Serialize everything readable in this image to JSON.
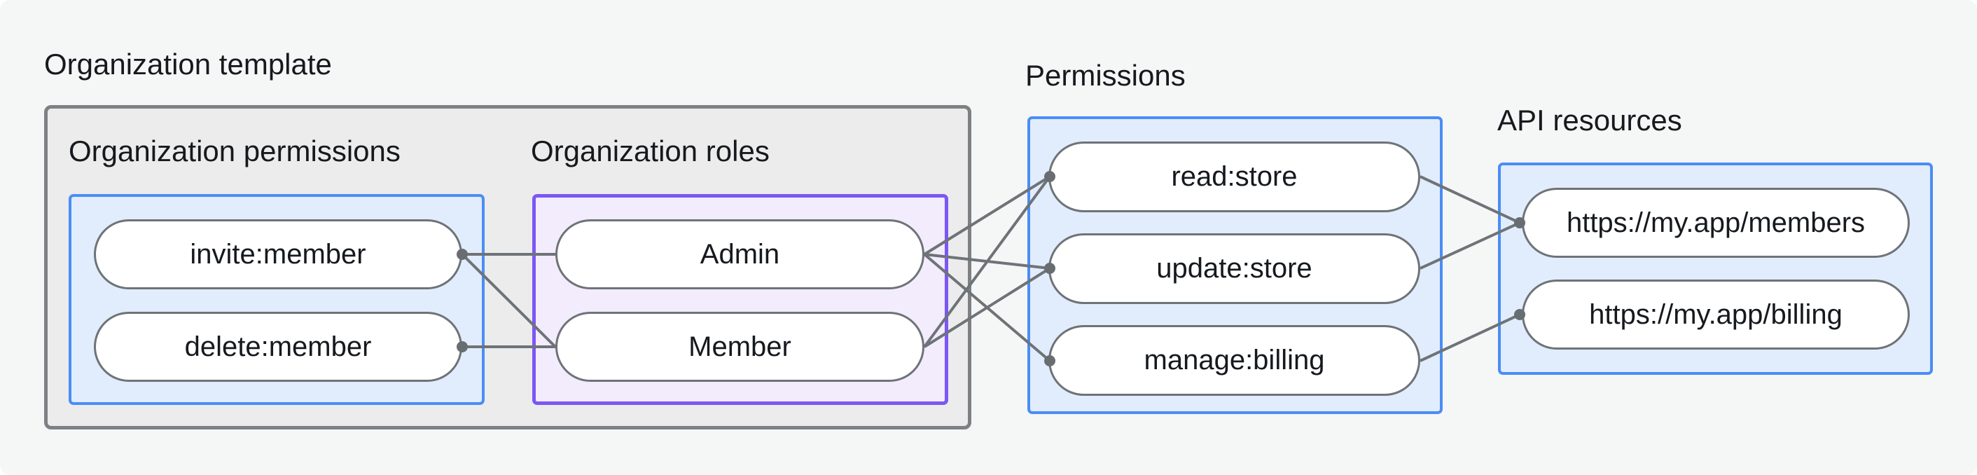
{
  "labels": {
    "organization_template": "Organization template",
    "organization_permissions": "Organization permissions",
    "organization_roles": "Organization roles",
    "permissions": "Permissions",
    "api_resources": "API resources"
  },
  "nodes": {
    "invite": {
      "label": "invite:member"
    },
    "delete": {
      "label": "delete:member"
    },
    "admin": {
      "label": "Admin"
    },
    "member": {
      "label": "Member"
    },
    "read": {
      "label": "read:store"
    },
    "update": {
      "label": "update:store"
    },
    "manage": {
      "label": "manage:billing"
    },
    "members_api": {
      "label": "https://my.app/members"
    },
    "billing_api": {
      "label": "https://my.app/billing"
    }
  },
  "edges": [
    {
      "from": "invite",
      "to": "admin"
    },
    {
      "from": "invite",
      "to": "member"
    },
    {
      "from": "delete",
      "to": "member"
    },
    {
      "from": "admin",
      "to": "read"
    },
    {
      "from": "admin",
      "to": "update"
    },
    {
      "from": "admin",
      "to": "manage"
    },
    {
      "from": "member",
      "to": "read"
    },
    {
      "from": "member",
      "to": "update"
    },
    {
      "from": "read",
      "to": "members_api"
    },
    {
      "from": "update",
      "to": "members_api"
    },
    {
      "from": "manage",
      "to": "billing_api"
    }
  ],
  "colors": {
    "background": "#f5f6f6",
    "template_fill": "#ececec",
    "template_border": "#7d8184",
    "blue_border": "#4a8df7",
    "blue_fill": "#e1edfc",
    "purple_border": "#7b57f4",
    "purple_fill": "#f2ecfc",
    "pill_border": "#6e7377",
    "connector": "#6e7377",
    "connector_dot": "#686d72",
    "text": "#16191d"
  }
}
